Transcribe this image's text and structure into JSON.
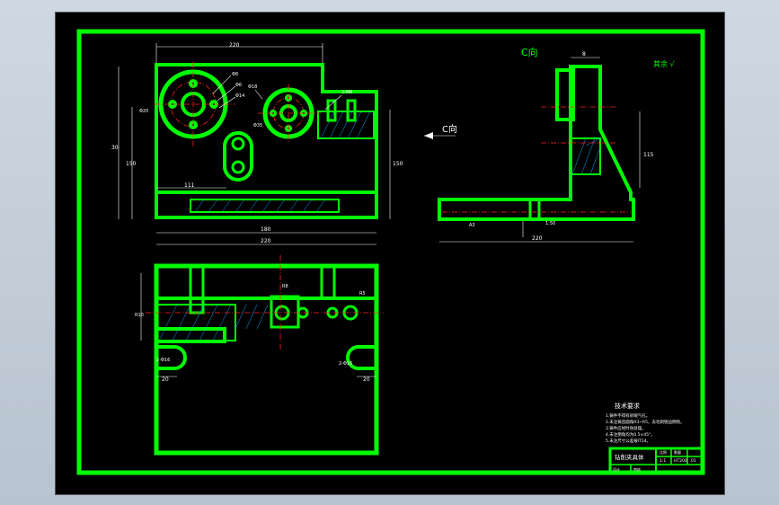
{
  "viewer": {
    "background": "#000000",
    "line_color": "#00ff00",
    "dim_color": "#ffffff",
    "center_color": "#ff2020"
  },
  "views": {
    "c_view_title": "C向",
    "c_direction_label": "C向",
    "roughness_note": "其余 √"
  },
  "dimensions": {
    "front_top_width": "220",
    "front_height": "30",
    "front_height_2": "150",
    "front_base": "111",
    "front_total_1": "180",
    "front_total_2": "220",
    "side_base": "220",
    "side_top": "8",
    "side_height": "115",
    "bottom_left": "20",
    "bottom_right": "20",
    "front_hole": "2-M8",
    "bottom_hole_left": "2-Φ16",
    "bottom_hole_right": "2-Φ16",
    "small_dims": [
      "Φ8",
      "Φ6",
      "Φ14",
      "Φ18",
      "Φ20",
      "Φ35",
      "R5",
      "R8",
      "R10",
      "1:50",
      "A3"
    ]
  },
  "notes": {
    "title": "技术要求",
    "lines": [
      "1.铸件不得有砂眼气孔。",
      "2.未注铸造圆角R3~R5，去毛刺锐边倒钝。",
      "3.铸件应经时效处理。",
      "4.未注倒角均为0.5×45°。",
      "5.未注尺寸公差按IT14。"
    ]
  },
  "title_block": {
    "name": "钻削夹具体",
    "scale": "1:1",
    "material": "HT200",
    "sheet": "01",
    "cells": [
      "设计",
      "审核",
      "比例",
      "数量"
    ]
  }
}
